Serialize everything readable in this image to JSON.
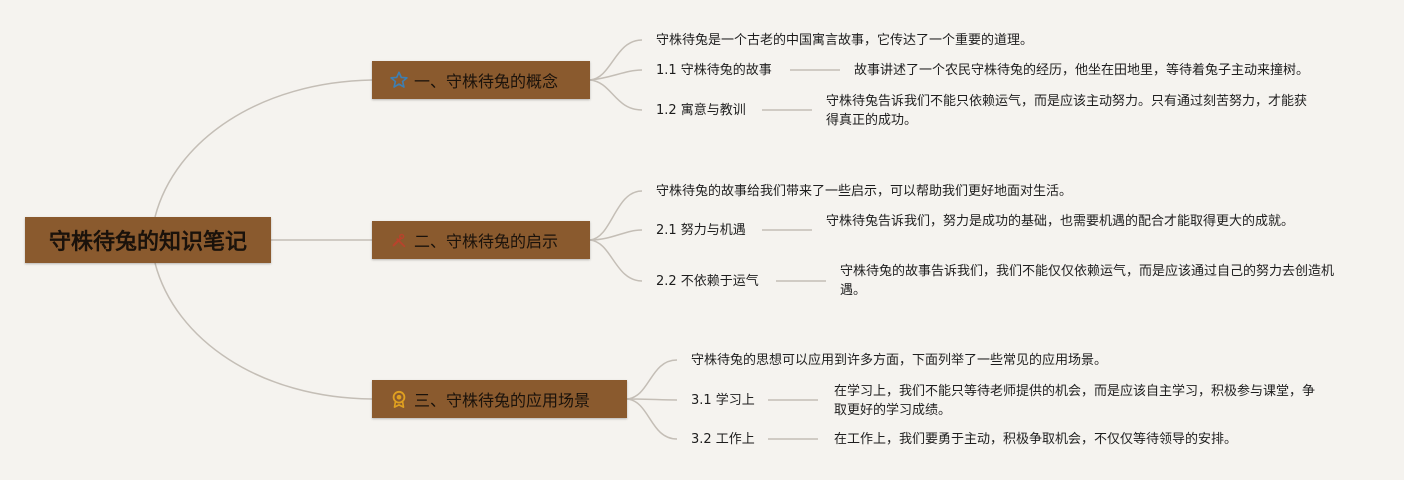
{
  "root": {
    "title": "守株待兔的知识笔记"
  },
  "branches": [
    {
      "icon": "star-icon",
      "title": "一、守株待兔的概念",
      "intro": "守株待兔是一个古老的中国寓言故事，它传达了一个重要的道理。",
      "subs": [
        {
          "label": "1.1 守株待兔的故事",
          "detail": "故事讲述了一个农民守株待兔的经历，他坐在田地里，等待着兔子主动来撞树。"
        },
        {
          "label": "1.2 寓意与教训",
          "detail": "守株待兔告诉我们不能只依赖运气，而是应该主动努力。只有通过刻苦努力，才能获得真正的成功。"
        }
      ]
    },
    {
      "icon": "tools-icon",
      "title": "二、守株待兔的启示",
      "intro": "守株待兔的故事给我们带来了一些启示，可以帮助我们更好地面对生活。",
      "subs": [
        {
          "label": "2.1 努力与机遇",
          "detail": "守株待兔告诉我们，努力是成功的基础，也需要机遇的配合才能取得更大的成就。"
        },
        {
          "label": "2.2 不依赖于运气",
          "detail": "守株待兔的故事告诉我们，我们不能仅仅依赖运气，而是应该通过自己的努力去创造机遇。"
        }
      ]
    },
    {
      "icon": "award-ribbon-icon",
      "title": "三、守株待兔的应用场景",
      "intro": "守株待兔的思想可以应用到许多方面，下面列举了一些常见的应用场景。",
      "subs": [
        {
          "label": "3.1 学习上",
          "detail": "在学习上，我们不能只等待老师提供的机会，而是应该自主学习，积极参与课堂，争取更好的学习成绩。"
        },
        {
          "label": "3.2 工作上",
          "detail": "在工作上，我们要勇于主动，积极争取机会，不仅仅等待领导的安排。"
        }
      ]
    }
  ],
  "colors": {
    "node_fill": "#8a5a2e",
    "line": "#c4beb6",
    "background": "#f5f3ef"
  }
}
